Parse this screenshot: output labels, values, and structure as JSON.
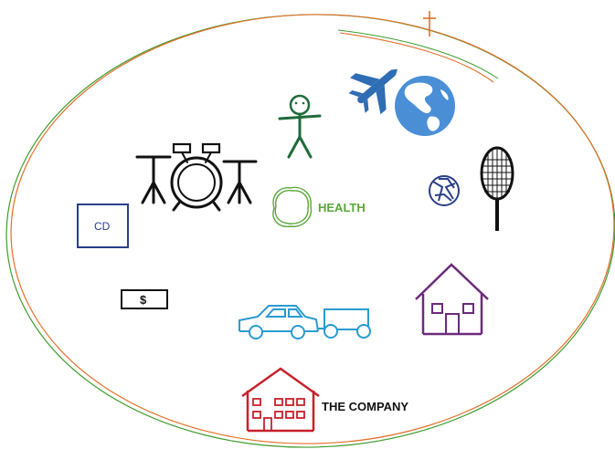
{
  "labels": {
    "cd": "CD",
    "dollar": "$",
    "health": "HEALTH",
    "company": "THE COMPANY"
  },
  "colors": {
    "ellipse_green": "#3f9b2e",
    "ellipse_orange": "#e0702a",
    "cross": "#e0702a",
    "person": "#1f6b3a",
    "plane": "#2f6db5",
    "globe_ocean": "#4a8fd6",
    "globe_land": "#ffffff",
    "drums": "#111111",
    "racket": "#111111",
    "ball": "#2a3f8a",
    "cd_box": "#2a3f8a",
    "health": "#5aa63a",
    "cars": "#2a9bd0",
    "house": "#6b2a7a",
    "company": "#c8202a",
    "text": "#111111"
  },
  "icons": [
    "cross-icon",
    "person-icon",
    "airplane-icon",
    "globe-icon",
    "drum-kit-icon",
    "tennis-ball-icon",
    "tennis-racket-icon",
    "health-wreath-icon",
    "cd-box-icon",
    "dollar-bill-icon",
    "car-with-trailer-icon",
    "house-icon",
    "company-building-icon"
  ]
}
